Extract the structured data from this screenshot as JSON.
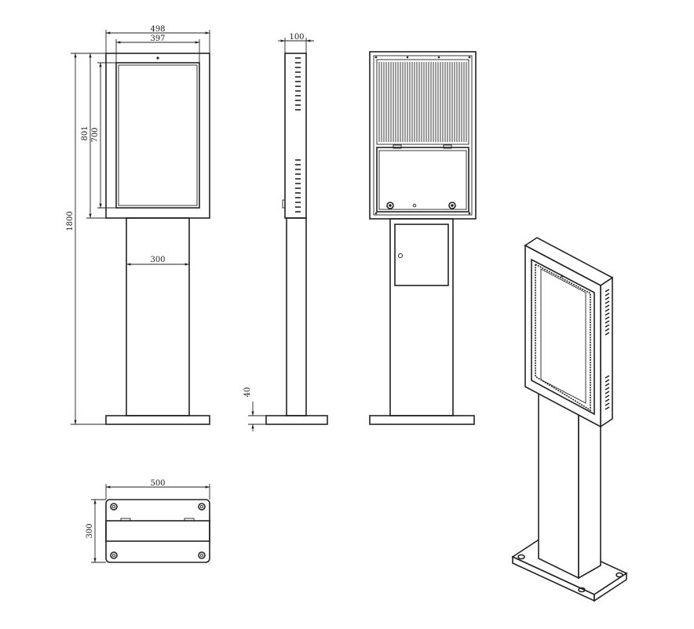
{
  "dimensions": {
    "total_width": "498",
    "screen_width": "397",
    "total_height": "1800",
    "head_height": "801",
    "screen_height": "700",
    "column_width": "300",
    "side_depth": "100",
    "base_thickness": "40",
    "base_width": "500",
    "base_depth": "300"
  }
}
